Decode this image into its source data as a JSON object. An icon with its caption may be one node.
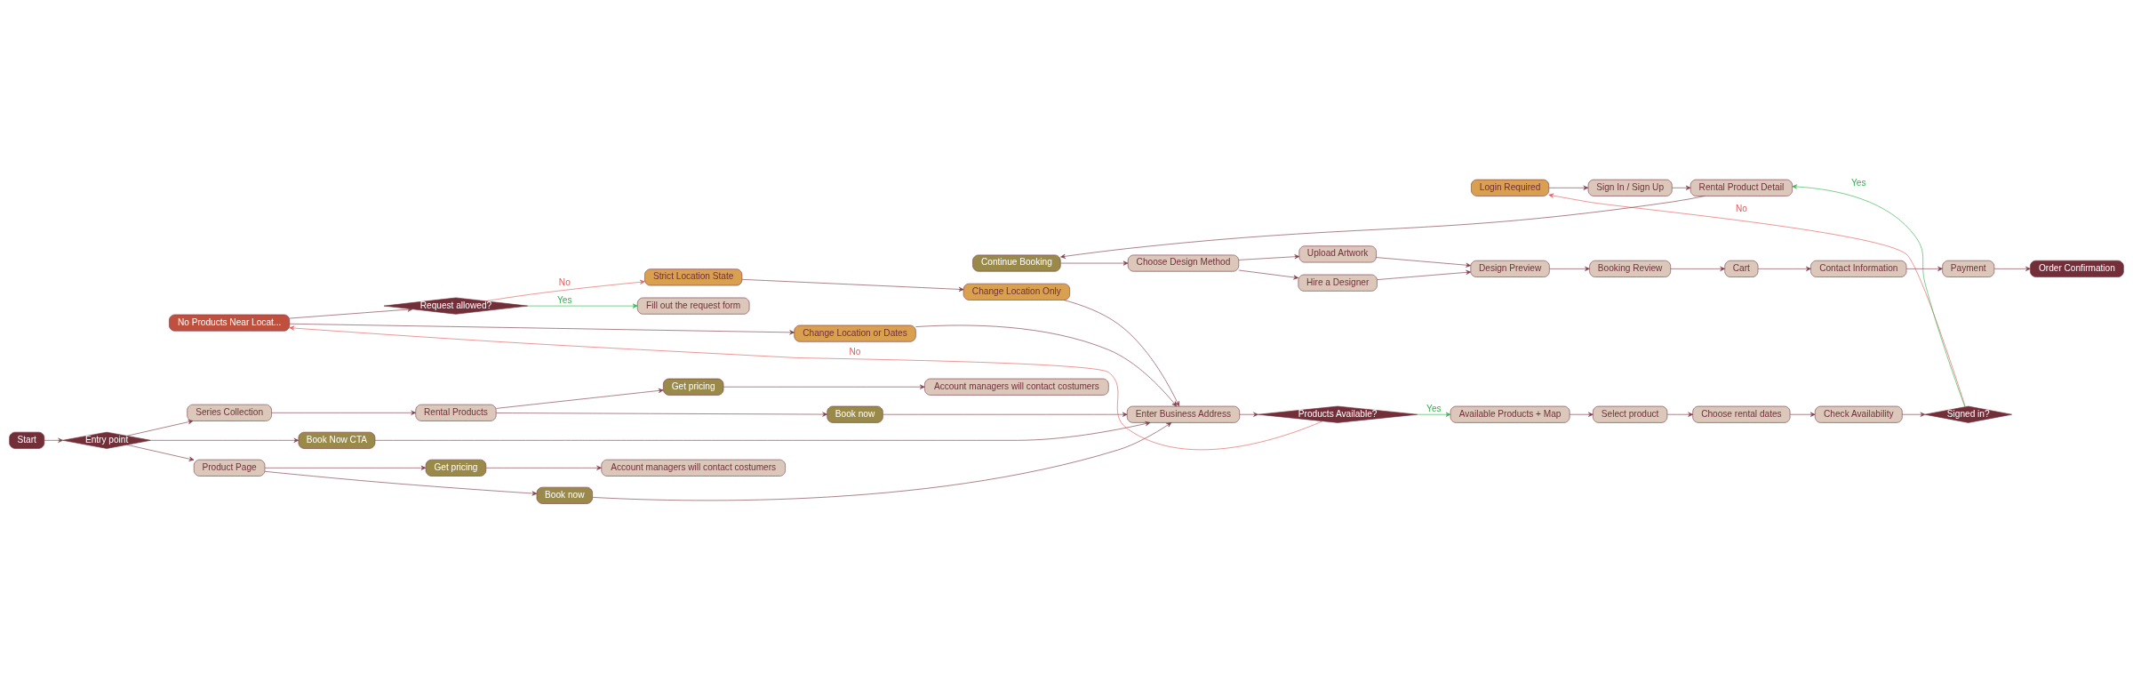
{
  "diagram": {
    "nodes": [
      {
        "text": [
          "Start"
        ]
      },
      {
        "text": [
          "Entry point"
        ]
      },
      {
        "text": [
          "Book Now CTA"
        ]
      },
      {
        "text": [
          "Product Page"
        ]
      },
      {
        "text": [
          "Get pricing"
        ]
      },
      {
        "text": [
          "Account managers will contact costumers"
        ]
      },
      {
        "text": [
          "Book now"
        ]
      },
      {
        "text": [
          "Series Collection"
        ]
      },
      {
        "text": [
          "Rental Products"
        ]
      },
      {
        "text": [
          "Get pricing"
        ]
      },
      {
        "text": [
          "Account managers will contact costumers"
        ]
      },
      {
        "text": [
          "Book now"
        ]
      },
      {
        "text": [
          "Enter Business Address"
        ]
      },
      {
        "text": [
          "Products Available?"
        ]
      },
      {
        "text": [
          "Available Products + Map"
        ]
      },
      {
        "text": [
          "Select product"
        ]
      },
      {
        "text": [
          "Choose rental dates"
        ]
      },
      {
        "text": [
          "Check Availability"
        ]
      },
      {
        "text": [
          "Signed in?"
        ]
      },
      {
        "text": [
          "Login Required"
        ]
      },
      {
        "text": [
          "Sign In / Sign Up"
        ]
      },
      {
        "text": [
          "Rental Product Detail"
        ]
      },
      {
        "text": [
          "Continue Booking"
        ]
      },
      {
        "text": [
          "No Products Near Locat..."
        ]
      },
      {
        "text": [
          "Request allowed?"
        ]
      },
      {
        "text": [
          "Strict Location State"
        ]
      },
      {
        "text": [
          "Change Location Only"
        ]
      },
      {
        "text": [
          "Fill out the request form"
        ]
      },
      {
        "text": [
          "Change Location or Dates"
        ]
      },
      {
        "text": [
          "Choose Design Method"
        ]
      },
      {
        "text": [
          "Upload Artwork"
        ]
      },
      {
        "text": [
          "Hire a Designer"
        ]
      },
      {
        "text": [
          "Design Preview"
        ]
      },
      {
        "text": [
          "Booking Review"
        ]
      },
      {
        "text": [
          "Cart"
        ]
      },
      {
        "text": [
          "Contact Information"
        ]
      },
      {
        "text": [
          "Payment"
        ]
      },
      {
        "text": [
          "Order Confirmation"
        ]
      }
    ],
    "edges": [
      {
        "from": 0,
        "to": 1,
        "arrow": "to"
      },
      {
        "from": 1,
        "to": 2,
        "arrow": "to"
      },
      {
        "from": 1,
        "to": 3,
        "arrow": "to"
      },
      {
        "from": 1,
        "to": 7,
        "arrow": "to"
      },
      {
        "from": 3,
        "to": 4,
        "arrow": "to"
      },
      {
        "from": 4,
        "to": 5,
        "arrow": "to"
      },
      {
        "from": 3,
        "to": 6,
        "arrow": "to"
      },
      {
        "from": 7,
        "to": 8,
        "arrow": "to"
      },
      {
        "from": 8,
        "to": 9,
        "arrow": "to"
      },
      {
        "from": 9,
        "to": 10,
        "arrow": "to"
      },
      {
        "from": 8,
        "to": 11,
        "arrow": "to"
      },
      {
        "from": 2,
        "to": 12,
        "arrow": "to"
      },
      {
        "from": 6,
        "to": 12,
        "arrow": "to"
      },
      {
        "from": 11,
        "to": 12,
        "arrow": "to"
      },
      {
        "from": 26,
        "to": 12,
        "arrow": "to"
      },
      {
        "from": 28,
        "to": 12,
        "arrow": "to"
      },
      {
        "from": 12,
        "to": 13,
        "arrow": "to"
      },
      {
        "from": 13,
        "to": 14,
        "arrow": "to",
        "label": "Yes",
        "color": "#2fb24c"
      },
      {
        "from": 13,
        "to": 23,
        "arrow": "to",
        "label": "No",
        "color": "#e45a5a"
      },
      {
        "from": 14,
        "to": 15,
        "arrow": "to"
      },
      {
        "from": 15,
        "to": 16,
        "arrow": "to"
      },
      {
        "from": 16,
        "to": 17,
        "arrow": "to"
      },
      {
        "from": 17,
        "to": 18,
        "arrow": "to"
      },
      {
        "from": 18,
        "to": 19,
        "arrow": "to",
        "label": "No",
        "color": "#e45a5a"
      },
      {
        "from": 18,
        "to": 21,
        "arrow": "to",
        "label": "Yes",
        "color": "#2fb24c"
      },
      {
        "from": 19,
        "to": 20,
        "arrow": "to"
      },
      {
        "from": 20,
        "to": 21,
        "arrow": "to"
      },
      {
        "from": 21,
        "to": 22,
        "arrow": "to"
      },
      {
        "from": 22,
        "to": 29,
        "arrow": "to"
      },
      {
        "from": 23,
        "to": 24,
        "arrow": "to"
      },
      {
        "from": 23,
        "to": 28,
        "arrow": "to"
      },
      {
        "from": 24,
        "to": 25,
        "arrow": "to",
        "label": "No",
        "color": "#e45a5a"
      },
      {
        "from": 24,
        "to": 27,
        "arrow": "to",
        "label": "Yes",
        "color": "#2fb24c"
      },
      {
        "from": 25,
        "to": 26,
        "arrow": "to"
      },
      {
        "from": 29,
        "to": 30,
        "arrow": "to"
      },
      {
        "from": 29,
        "to": 31,
        "arrow": "to"
      },
      {
        "from": 30,
        "to": 32,
        "arrow": "to"
      },
      {
        "from": 31,
        "to": 32,
        "arrow": "to"
      },
      {
        "from": 32,
        "to": 33,
        "arrow": "to"
      },
      {
        "from": 33,
        "to": 34,
        "arrow": "to"
      },
      {
        "from": 34,
        "to": 35,
        "arrow": "to"
      },
      {
        "from": 35,
        "to": 36,
        "arrow": "to"
      },
      {
        "from": 36,
        "to": 37,
        "arrow": "to"
      }
    ]
  }
}
